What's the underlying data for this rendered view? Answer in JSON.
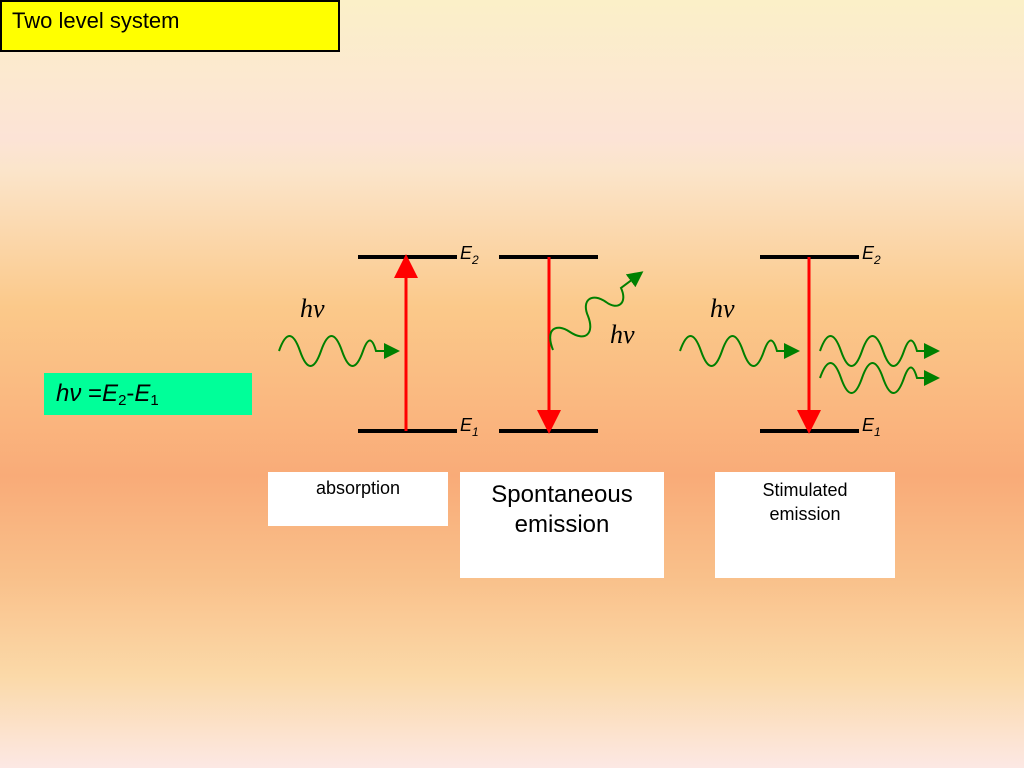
{
  "title": "Two level system",
  "formula": {
    "h": "h",
    "nu": "ν",
    "eq": " =",
    "e2_base": "E",
    "e2_sub": "2",
    "minus": "-",
    "e1_base": "E",
    "e1_sub": "1"
  },
  "levels": {
    "upper_base": "E",
    "upper_sub": "2",
    "lower_base": "E",
    "lower_sub": "1"
  },
  "photon_label": "hν",
  "processes": {
    "absorption": "absorption",
    "spontaneous_line1": "Spontaneous",
    "spontaneous_line2": "emission",
    "stimulated_line1": "Stimulated",
    "stimulated_line2": "emission"
  },
  "colors": {
    "title_bg": "#ffff00",
    "formula_bg": "#00ff99",
    "transition_arrow": "#ff0000",
    "photon": "#008000",
    "level_line": "#000000"
  }
}
